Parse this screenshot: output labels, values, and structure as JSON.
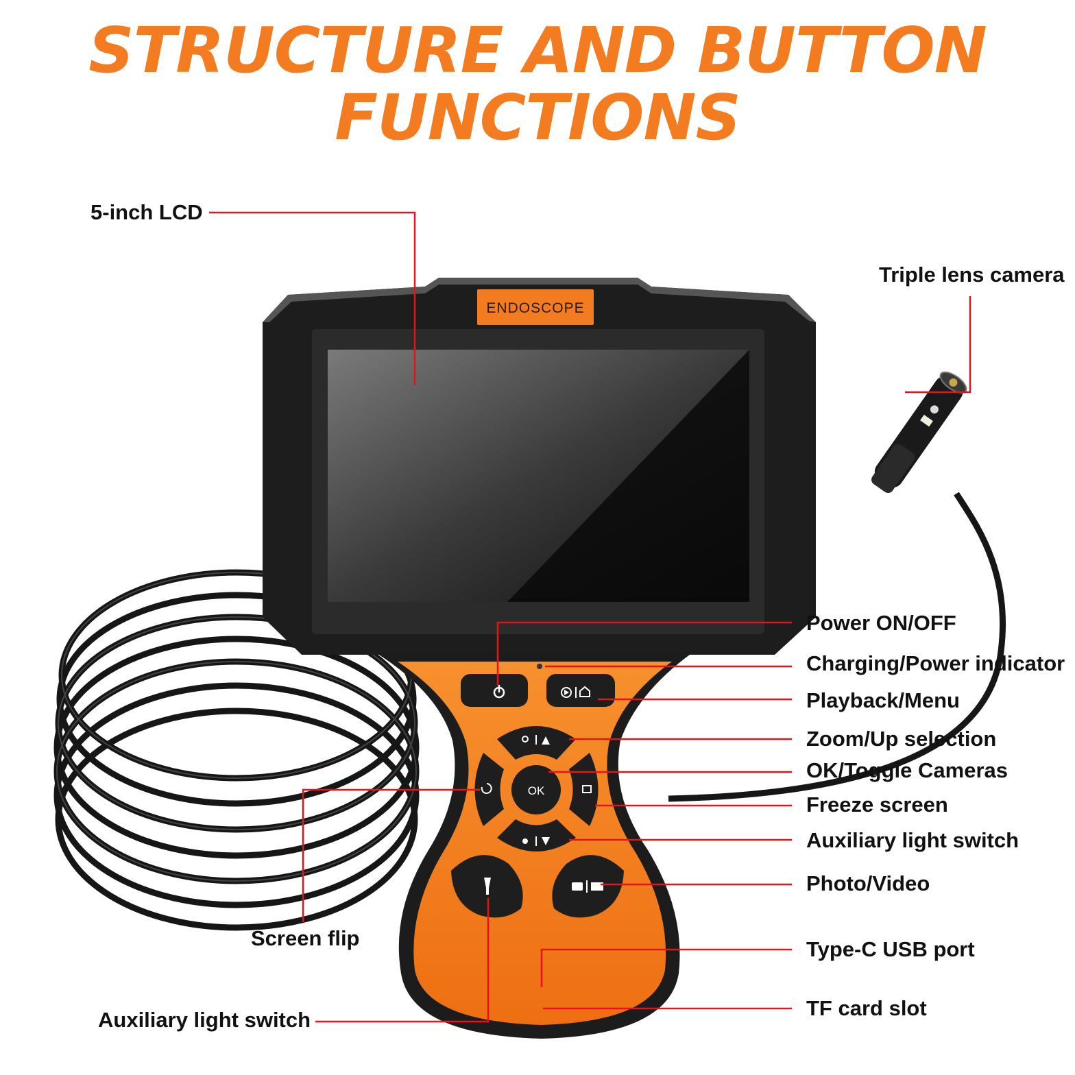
{
  "title": {
    "line1": "STRUCTURE AND BUTTON",
    "line2": "FUNCTIONS"
  },
  "device": {
    "badge": "ENDOSCOPE",
    "ok_label": "OK"
  },
  "labels": {
    "lcd": "5-inch LCD",
    "triple_lens": "Triple lens camera",
    "power": "Power ON/OFF",
    "charging": "Charging/Power indicator",
    "playback": "Playback/Menu",
    "zoom": "Zoom/Up selection",
    "ok_toggle": "OK/Toggle Cameras",
    "freeze": "Freeze screen",
    "aux_light_right": "Auxiliary light switch",
    "photo_video": "Photo/Video",
    "screen_flip": "Screen flip",
    "type_c": "Type-C USB port",
    "aux_light_left": "Auxiliary light switch",
    "tf_card": "TF card slot"
  },
  "colors": {
    "accent": "#f47c20",
    "leader": "#e3141c",
    "body": "#1c1c1c"
  }
}
